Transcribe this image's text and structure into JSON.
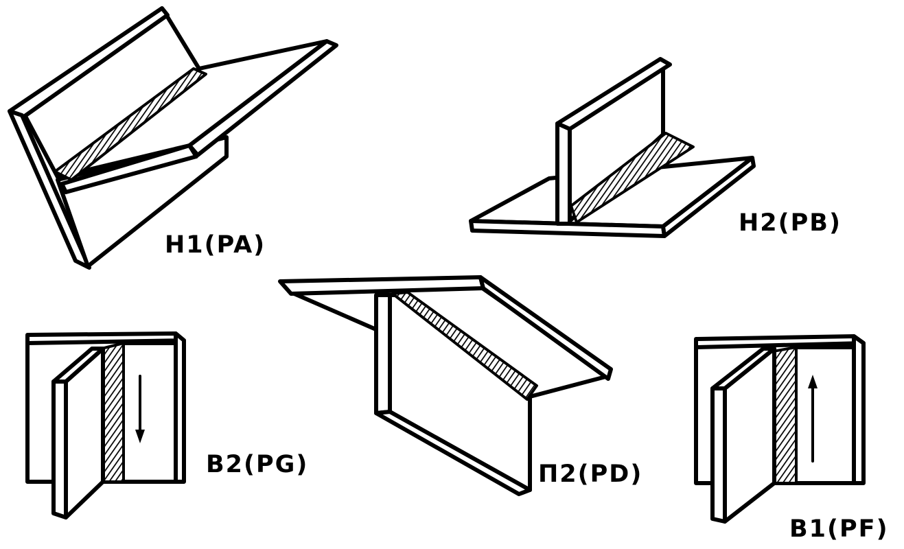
{
  "positions": [
    {
      "id": "h1",
      "label": "H1(PA)"
    },
    {
      "id": "h2",
      "label": "H2(PB)"
    },
    {
      "id": "p2",
      "label": "П2(PD)"
    },
    {
      "id": "v2",
      "label": "B2(PG)"
    },
    {
      "id": "v1",
      "label": "B1(PF)"
    }
  ],
  "colors": {
    "ink": "#000000",
    "background": "#ffffff"
  }
}
